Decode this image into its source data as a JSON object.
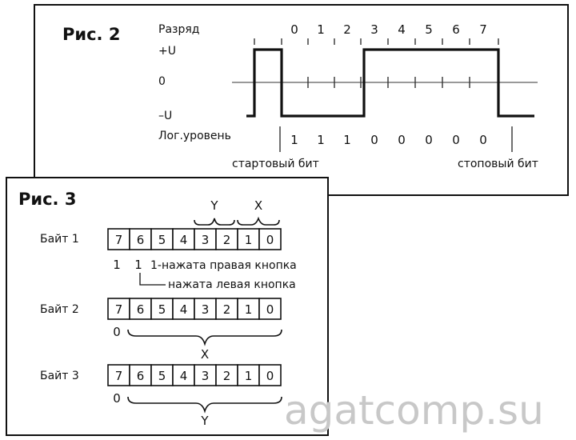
{
  "fig2": {
    "caption": "Рис. 2",
    "bit_label": "Разряд",
    "plus_u": "+U",
    "zero": "0",
    "minus_u": "–U",
    "logic_label": "Лог.уровень",
    "bit_numbers": [
      "0",
      "1",
      "2",
      "3",
      "4",
      "5",
      "6",
      "7"
    ],
    "logic_values": [
      "1",
      "1",
      "1",
      "0",
      "0",
      "0",
      "0",
      "0"
    ],
    "start_bit": "стартовый бит",
    "stop_bit": "стоповый бит"
  },
  "fig3": {
    "caption": "Рис. 3",
    "cells": [
      "7",
      "6",
      "5",
      "4",
      "3",
      "2",
      "1",
      "0"
    ],
    "byte1": {
      "label": "Байт 1",
      "brace_y": "Y",
      "brace_x": "X",
      "val7": "1",
      "val6": "1",
      "right_button": "1-нажата правая кнопка",
      "left_button": "нажата левая кнопка"
    },
    "byte2": {
      "label": "Байт 2",
      "zero": "0",
      "brace": "X"
    },
    "byte3": {
      "label": "Байт 3",
      "zero": "0",
      "brace": "Y"
    }
  },
  "watermark": "agatcomp.su"
}
